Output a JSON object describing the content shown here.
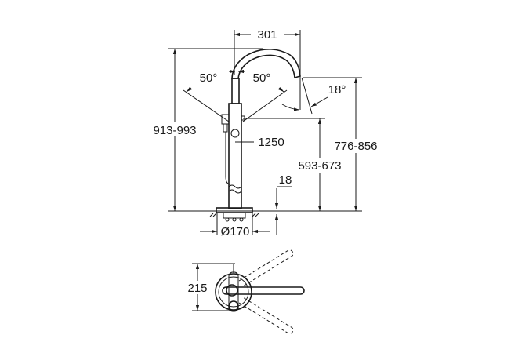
{
  "drawing": {
    "side_view": {
      "spout_reach": "301",
      "total_height": "913-993",
      "spout_height": "776-856",
      "handle_height": "593-673",
      "plate_thickness": "18",
      "hose_length": "1250",
      "base_diameter": "Ø170",
      "lever_angle_left": "50°",
      "lever_angle_right": "50°",
      "spout_angle": "18°"
    },
    "top_view": {
      "base_depth": "215"
    },
    "colors": {
      "line": "#1a1a1a",
      "background": "#ffffff"
    }
  }
}
